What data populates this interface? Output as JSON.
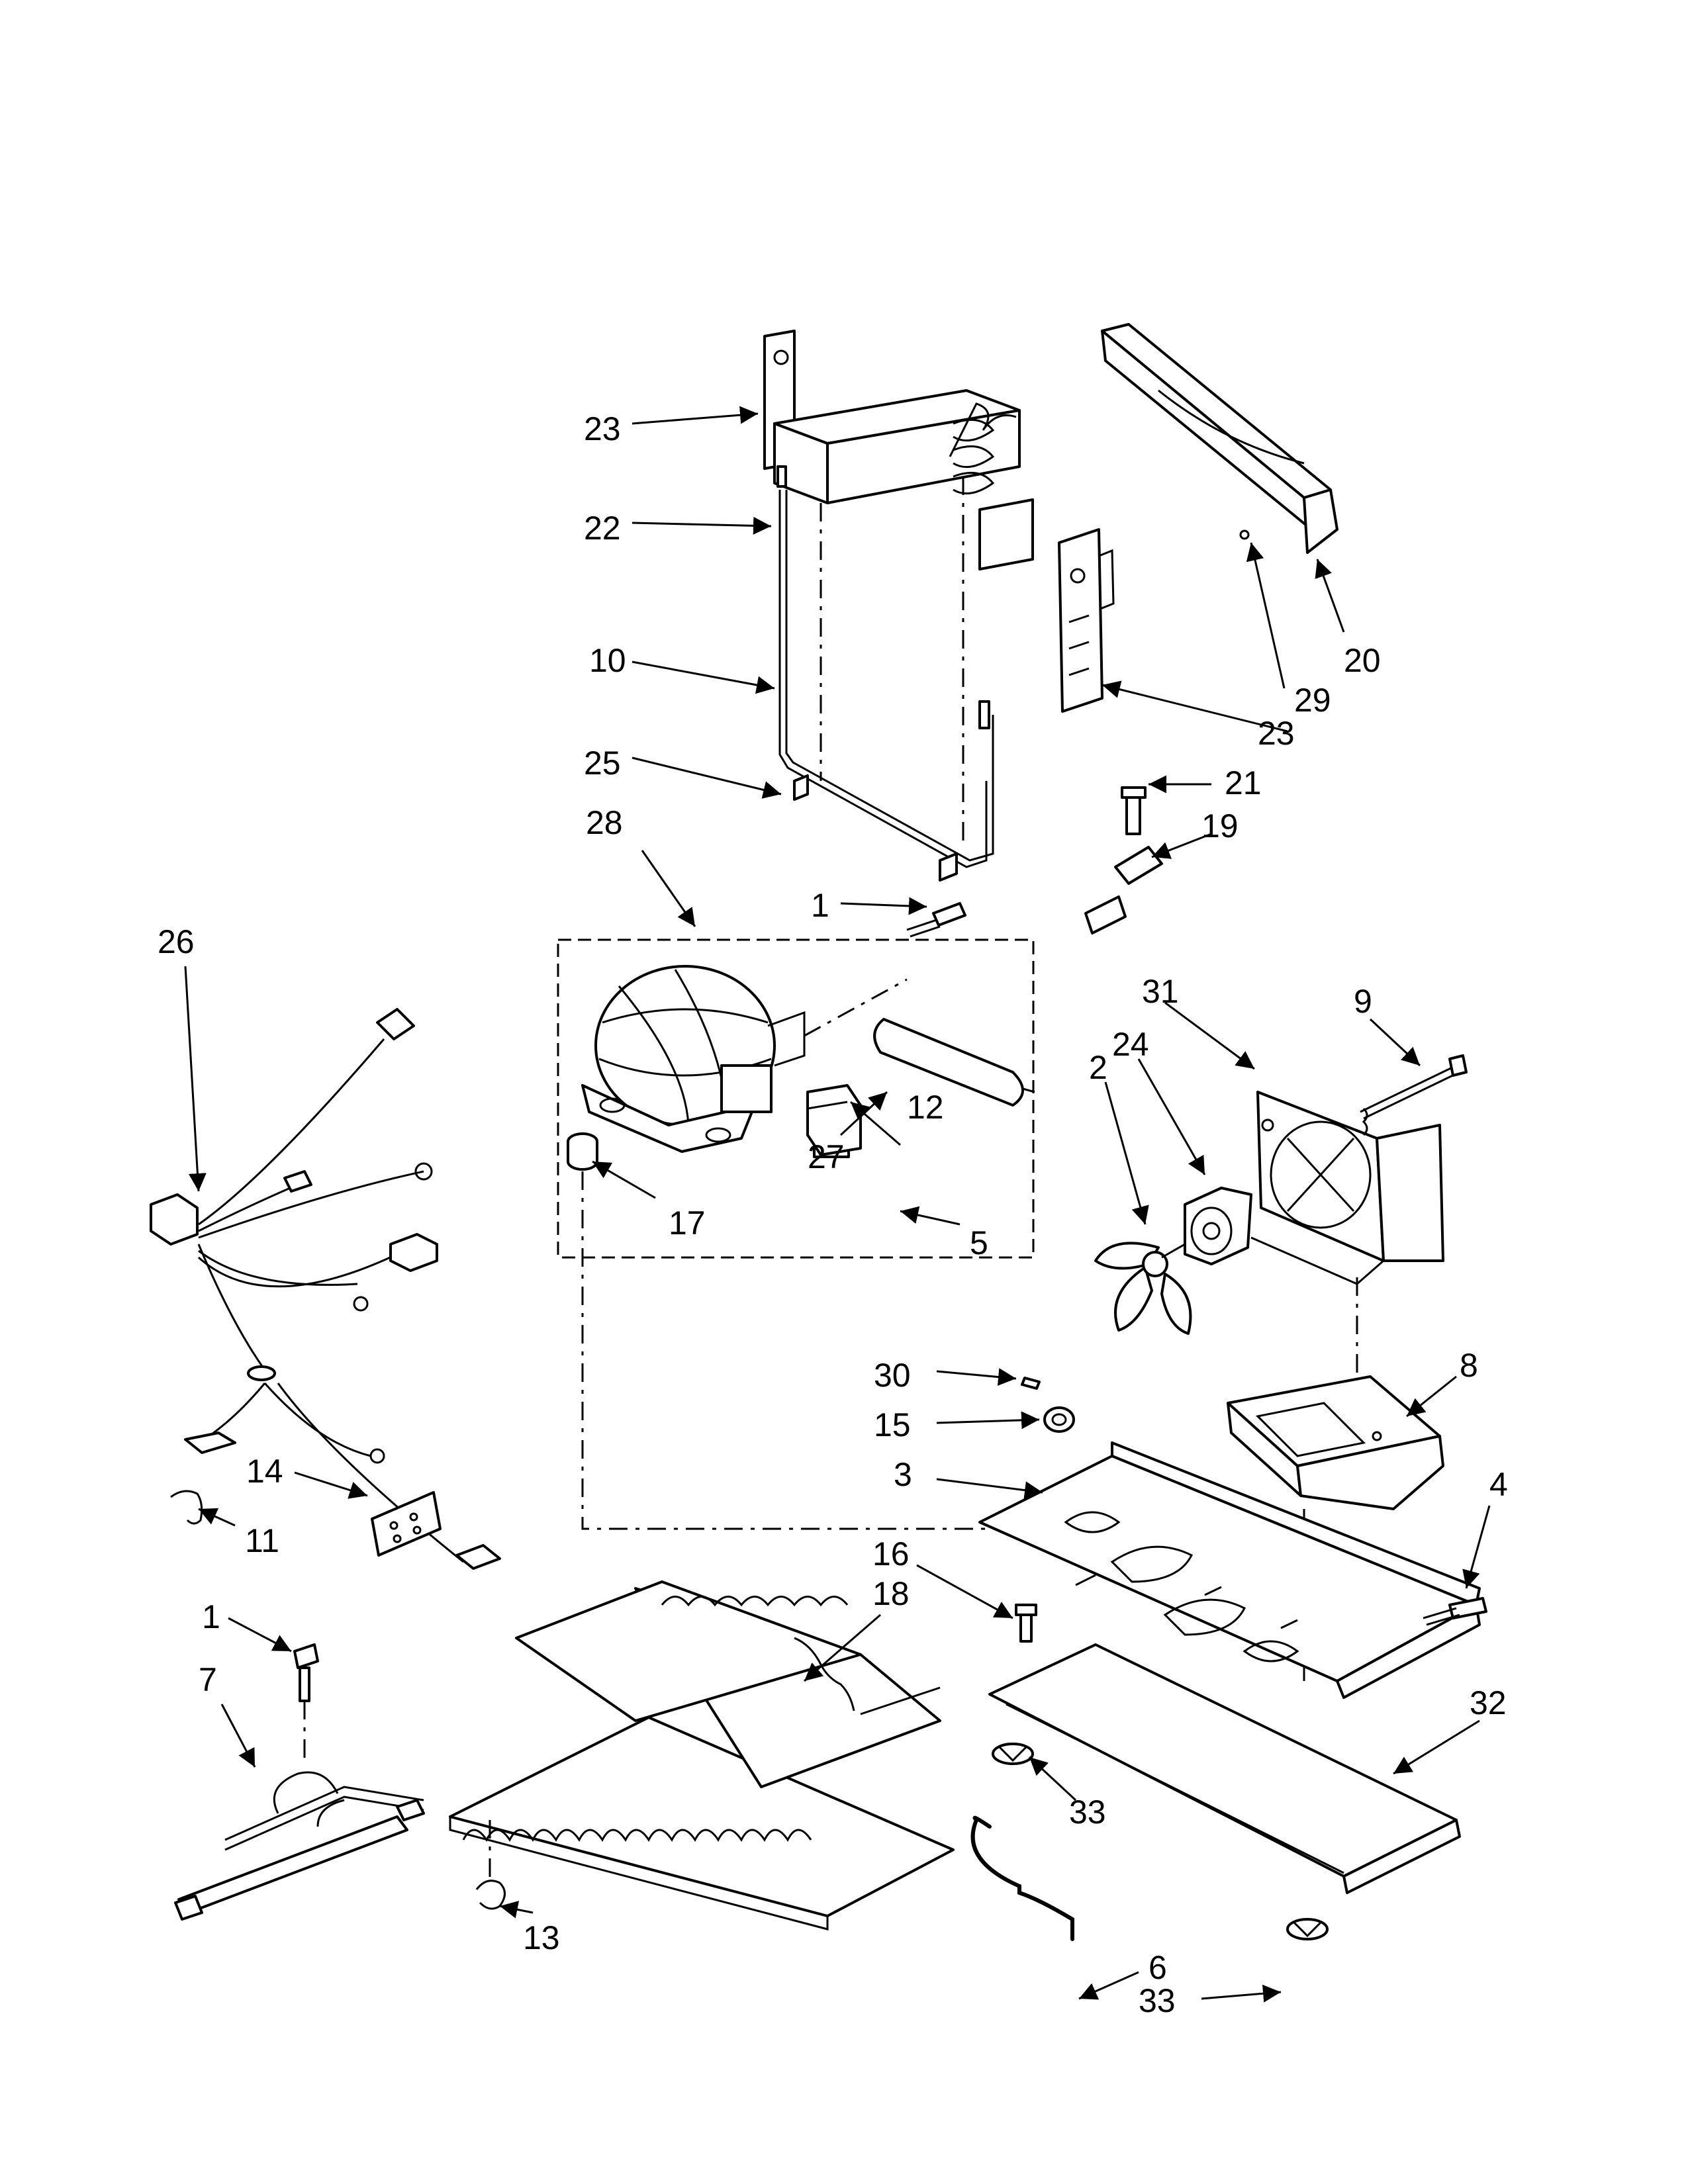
{
  "callouts": [
    "23",
    "22",
    "10",
    "25",
    "28",
    "1",
    "26",
    "27",
    "12",
    "17",
    "5",
    "31",
    "9",
    "24",
    "2",
    "30",
    "8",
    "15",
    "3",
    "4",
    "14",
    "11",
    "16",
    "18",
    "1",
    "7",
    "33",
    "32",
    "13",
    "6",
    "33",
    "23",
    "29",
    "20",
    "21",
    "19"
  ]
}
